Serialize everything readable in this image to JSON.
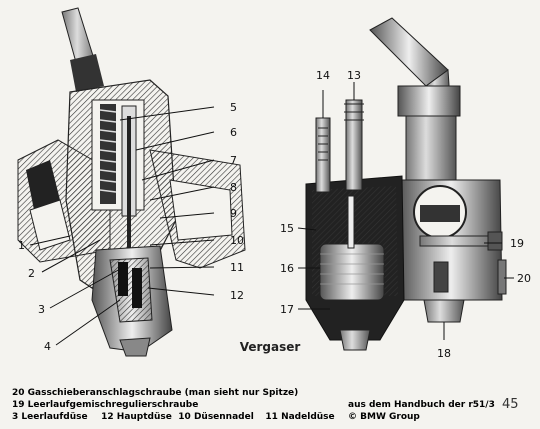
{
  "labels": [
    "1",
    "2",
    "3",
    "4",
    "5",
    "6",
    "7",
    "8",
    "9",
    "10",
    "11",
    "12",
    "13",
    "14",
    "15",
    "16",
    "17",
    "18",
    "19",
    "20"
  ],
  "caption": "Vergaser",
  "page_number": "45",
  "legend": {
    "line1": "20 Gasschieberanschlagschraube (man sieht nur Spitze)",
    "line2": "19 Leerlaufgemischregulierschraube",
    "line3": [
      "3 Leerlaufdüse",
      "12 Hauptdüse",
      "10 Düsennadel",
      "11 Nadeldüse"
    ]
  },
  "source": {
    "line1": "aus dem Handbuch der r51/3",
    "line2": "© BMW Group"
  }
}
